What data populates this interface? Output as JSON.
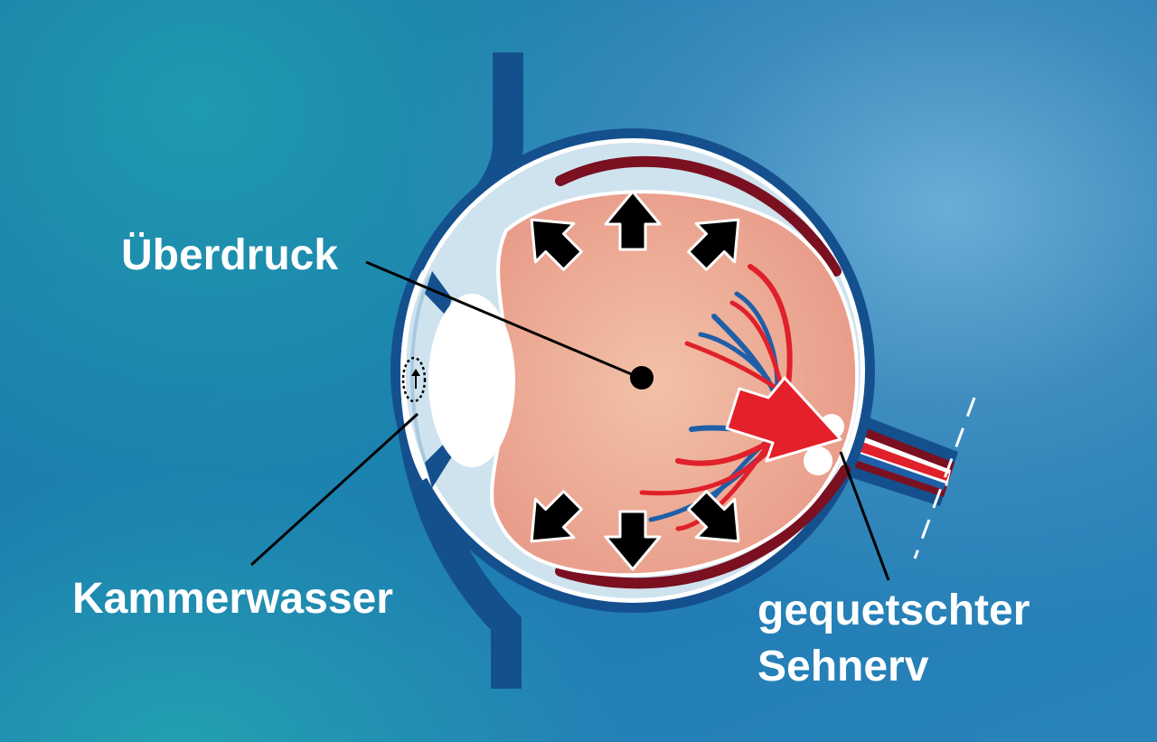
{
  "labels": {
    "pressure": "Überdruck",
    "aqueous_humor": "Kammerwasser",
    "optic_nerve_line1": "gequetschter",
    "optic_nerve_line2": "Sehnerv"
  },
  "colors": {
    "background": "#1b73ad",
    "eye_interior": "#f0b8a0",
    "sclera_outer": "#1a5a96",
    "choroid": "#7a1020",
    "artery": "#e0202a",
    "vein": "#1e5fa8",
    "pressure_arrows": "#000000",
    "nerve_compression_arrow": "#e4202a",
    "label_text": "#ffffff"
  }
}
